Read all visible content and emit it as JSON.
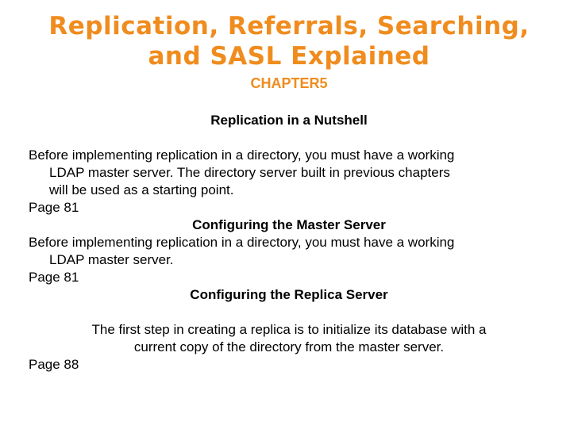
{
  "slide": {
    "title_line1": "Replication, Referrals, Searching,",
    "title_line2": "and SASL Explained",
    "chapter": "CHAPTER5",
    "colors": {
      "title": "#f08c1e",
      "body": "#000000"
    },
    "sections": [
      {
        "heading": "Replication in a Nutshell",
        "body_lines": [
          "Before implementing replication in a directory, you must have a working",
          "LDAP master server. The directory server built in previous chapters",
          "will be used as a starting point."
        ],
        "page_ref": "Page 81"
      },
      {
        "heading": "Configuring the Master Server",
        "body_lines": [
          "Before implementing replication in a directory, you must have a working",
          "LDAP master server."
        ],
        "page_ref": "Page 81"
      },
      {
        "heading": "Configuring the Replica Server",
        "body_lines": [
          "The first step in creating a replica is to initialize its database with a",
          "current copy of the directory from the master server."
        ],
        "page_ref": "Page 88"
      }
    ]
  }
}
